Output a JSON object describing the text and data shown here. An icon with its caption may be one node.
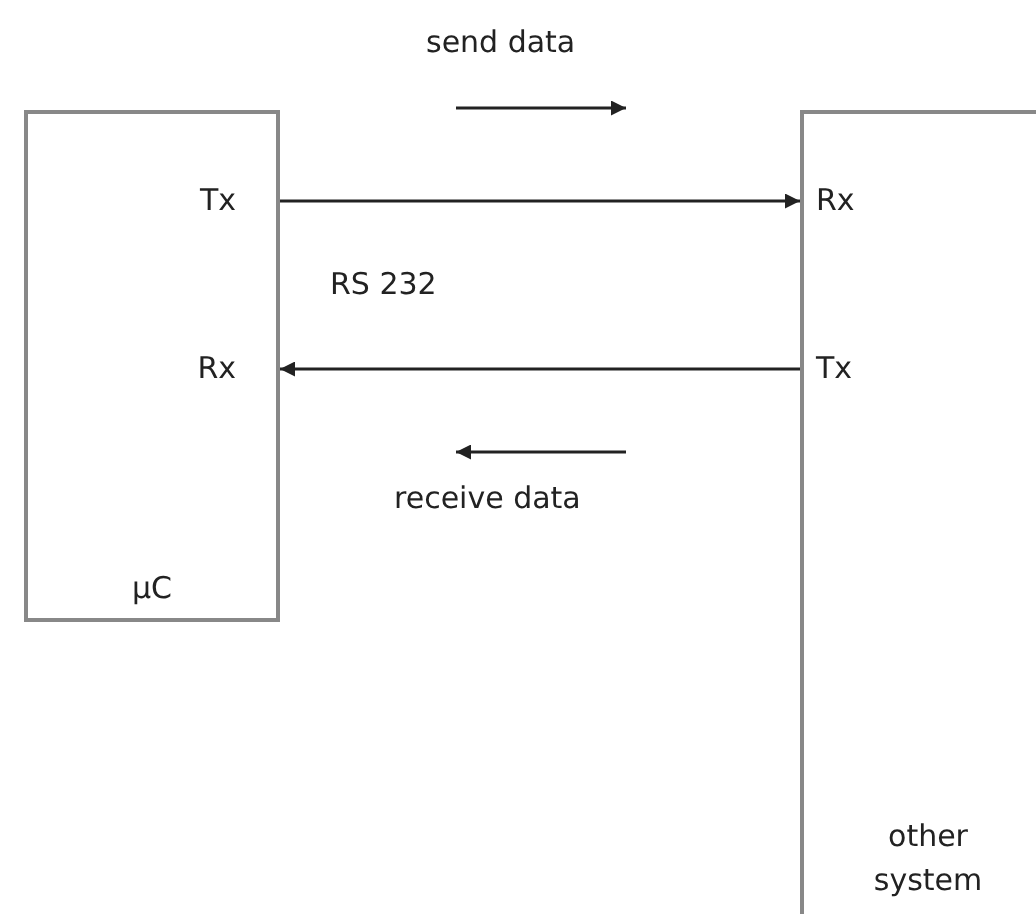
{
  "diagram": {
    "nodes": [
      {
        "text": [
          "µC"
        ]
      },
      {
        "text": [
          "Tx"
        ],
        "in": 0
      },
      {
        "text": [
          "Rx"
        ],
        "in": 0
      },
      {
        "text": [
          "other system"
        ]
      },
      {
        "text": [
          "Rx"
        ],
        "in": 3
      },
      {
        "text": [
          "Tx"
        ],
        "in": 3
      }
    ],
    "edges": [
      {
        "from": 1,
        "to": 4,
        "arrow": "to"
      },
      {
        "from": 5,
        "to": 2,
        "arrow": "to"
      }
    ],
    "labels": [
      "send data",
      "RS 232",
      "receive data"
    ]
  }
}
